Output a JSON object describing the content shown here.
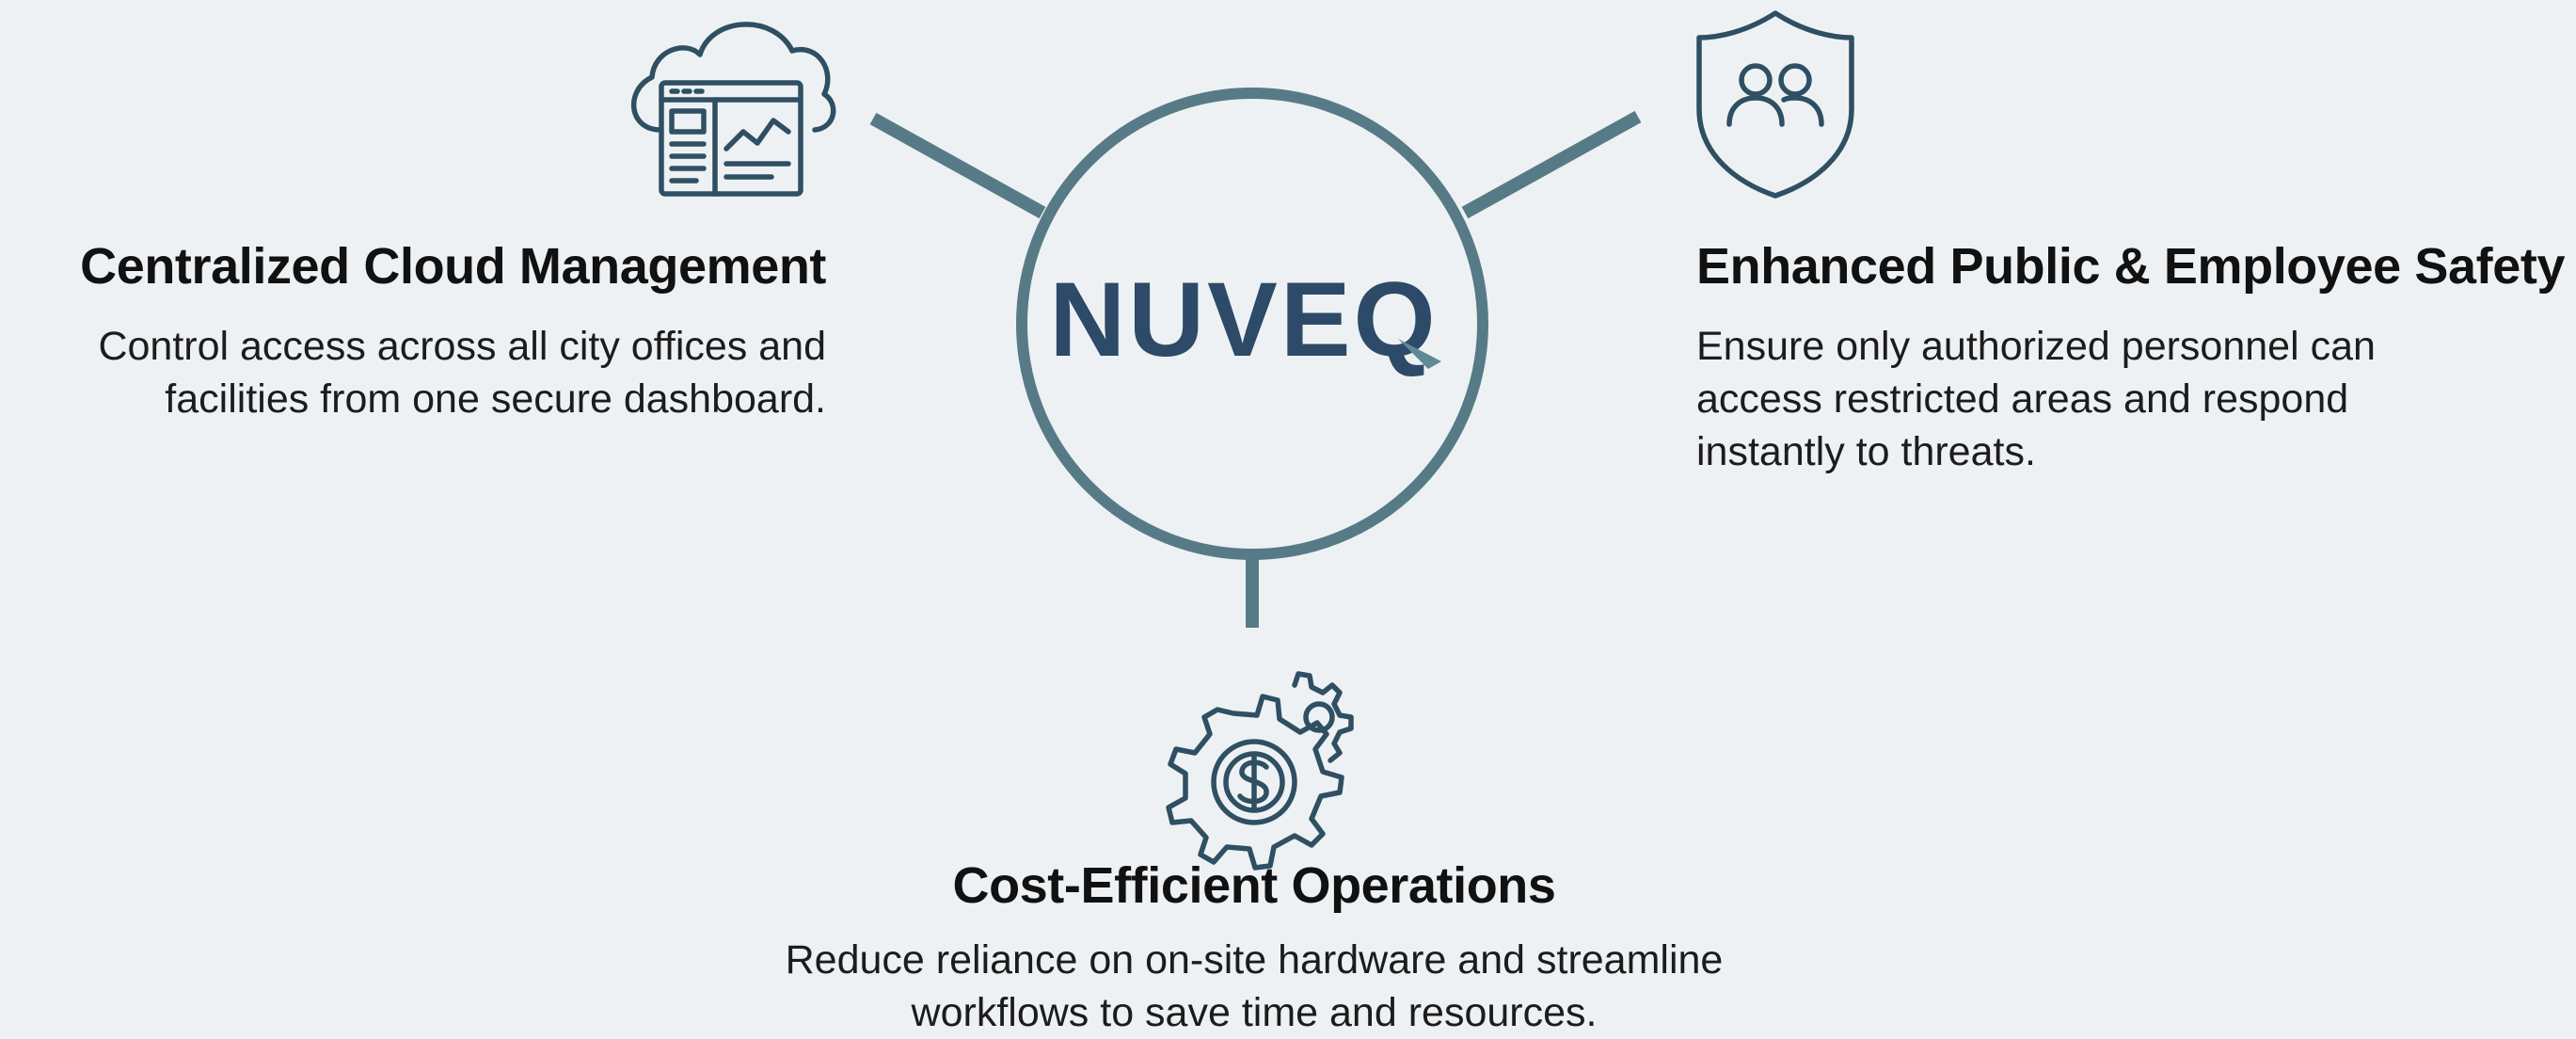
{
  "center": {
    "logo_text": "NUVEQ"
  },
  "features": {
    "left": {
      "title": "Centralized Cloud Management",
      "description_lines": [
        "Control access across all city offices and",
        "facilities from one secure dashboard."
      ],
      "icon": "cloud-dashboard-icon"
    },
    "right": {
      "title": "Enhanced Public & Employee Safety",
      "description_lines": [
        "Ensure only authorized personnel can",
        "access restricted areas and respond",
        "instantly to threats."
      ],
      "icon": "shield-people-icon"
    },
    "bottom": {
      "title": "Cost-Efficient Operations",
      "description_lines": [
        "Reduce reliance on on-site hardware and streamline",
        "workflows to save time and resources."
      ],
      "icon": "gear-dollar-icon"
    }
  },
  "colors": {
    "background": "#eef1f3",
    "connector": "#567b87",
    "icon": "#2f4f63",
    "logo": "#2d4a68",
    "logo_accent": "#5c8a96",
    "text": "#111111"
  }
}
